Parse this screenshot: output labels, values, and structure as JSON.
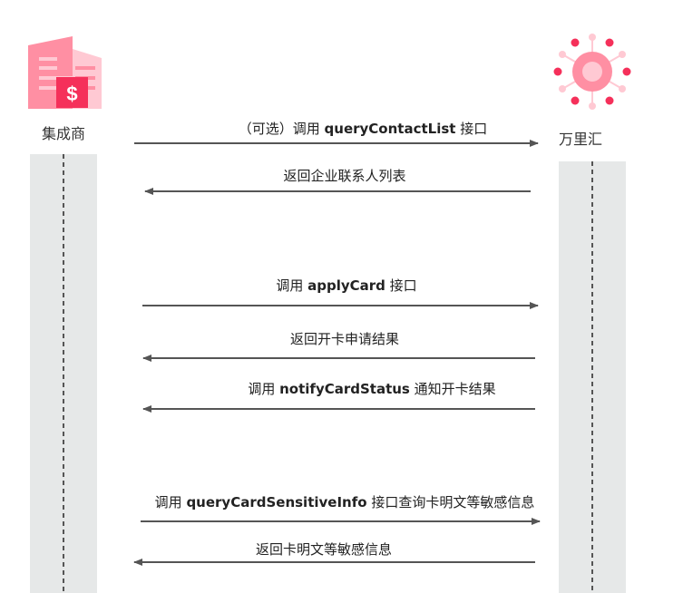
{
  "actors": {
    "left": {
      "name": "集成商",
      "icon": "building-dollar-icon"
    },
    "right": {
      "name": "万里汇",
      "icon": "sun-network-icon"
    }
  },
  "colors": {
    "pink_light": "#ffc9d3",
    "pink_mid": "#ff8fa3",
    "pink_strong": "#f5305a",
    "lane": "#e6e8e8",
    "arrow": "#555555"
  },
  "messages": [
    {
      "direction": "right",
      "prefix": "（可选）调用 ",
      "bold": "queryContactList",
      "suffix": " 接口"
    },
    {
      "direction": "left",
      "prefix": "返回企业联系人列表",
      "bold": "",
      "suffix": ""
    },
    {
      "direction": "right",
      "prefix": "调用 ",
      "bold": "applyCard",
      "suffix": " 接口"
    },
    {
      "direction": "left",
      "prefix": "返回开卡申请结果",
      "bold": "",
      "suffix": ""
    },
    {
      "direction": "left",
      "prefix": "调用 ",
      "bold": "notifyCardStatus",
      "suffix": " 通知开卡结果"
    },
    {
      "direction": "right",
      "prefix": "调用 ",
      "bold": "queryCardSensitiveInfo",
      "suffix": " 接口查询卡明文等敏感信息"
    },
    {
      "direction": "left",
      "prefix": "返回卡明文等敏感信息",
      "bold": "",
      "suffix": ""
    }
  ]
}
